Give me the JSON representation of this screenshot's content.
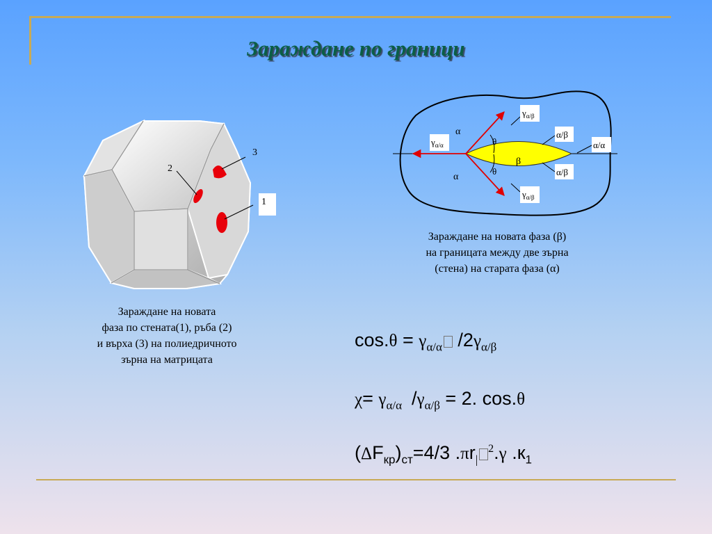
{
  "slide": {
    "title": "Зараждане по граници"
  },
  "polyhedron": {
    "labels": {
      "face": "1",
      "edge": "2",
      "vertex": "3"
    },
    "accent_color": "#e8000a"
  },
  "lens_diagram": {
    "phase_alpha_top": "α",
    "phase_alpha_bottom": "α",
    "theta_top": "θ",
    "theta_bottom": "θ",
    "beta": "β",
    "gamma_ab_top": {
      "g": "γ",
      "s": "α/β"
    },
    "gamma_ab_bottom": {
      "g": "γ",
      "s": "α/β"
    },
    "gamma_aa_left": {
      "g": "γ",
      "s": "α/α"
    },
    "ab_upper": "α/β",
    "ab_lower": "α/β",
    "aa_right": "α/α",
    "lens_color": "#ffff00",
    "arrow_color": "#e00000"
  },
  "captions": {
    "left": [
      "Зараждане на новата",
      "фаза по стената(1), ръба (2)",
      "и върха (3) на полиедричното",
      "зърна на матрицата"
    ],
    "right": [
      "Зараждане на новата фаза (β)",
      "на границата между две зърна",
      "(стена) на старата фаза (α)"
    ]
  },
  "formulas": {
    "f1": {
      "a": "cos.",
      "theta": "θ",
      "eq": " = ",
      "g1": "γ",
      "s1": "α/α",
      "mid": " /2",
      "g2": "γ",
      "s2": "α/β"
    },
    "f2": {
      "chi": "χ",
      "eq": "= ",
      "g1": "γ",
      "s1": "α/α",
      "sl": "/",
      "g2": "γ",
      "s2": "α/β",
      "rest": " = 2. cos.",
      "theta": "θ"
    },
    "f3": {
      "open": "(",
      "delta": "Δ",
      "F": "F",
      "s1": "кр",
      "close": ")",
      "s2": "ст",
      "mid": "=4/3 .",
      "pi": "π",
      "r": "r",
      "bar": "|",
      "exp": "2",
      "dot": ".",
      "gamma": "γ",
      "tail": " .к",
      "k": "1"
    }
  },
  "colors": {
    "title": "#0b5e46",
    "deco_line": "#c8aa55"
  }
}
